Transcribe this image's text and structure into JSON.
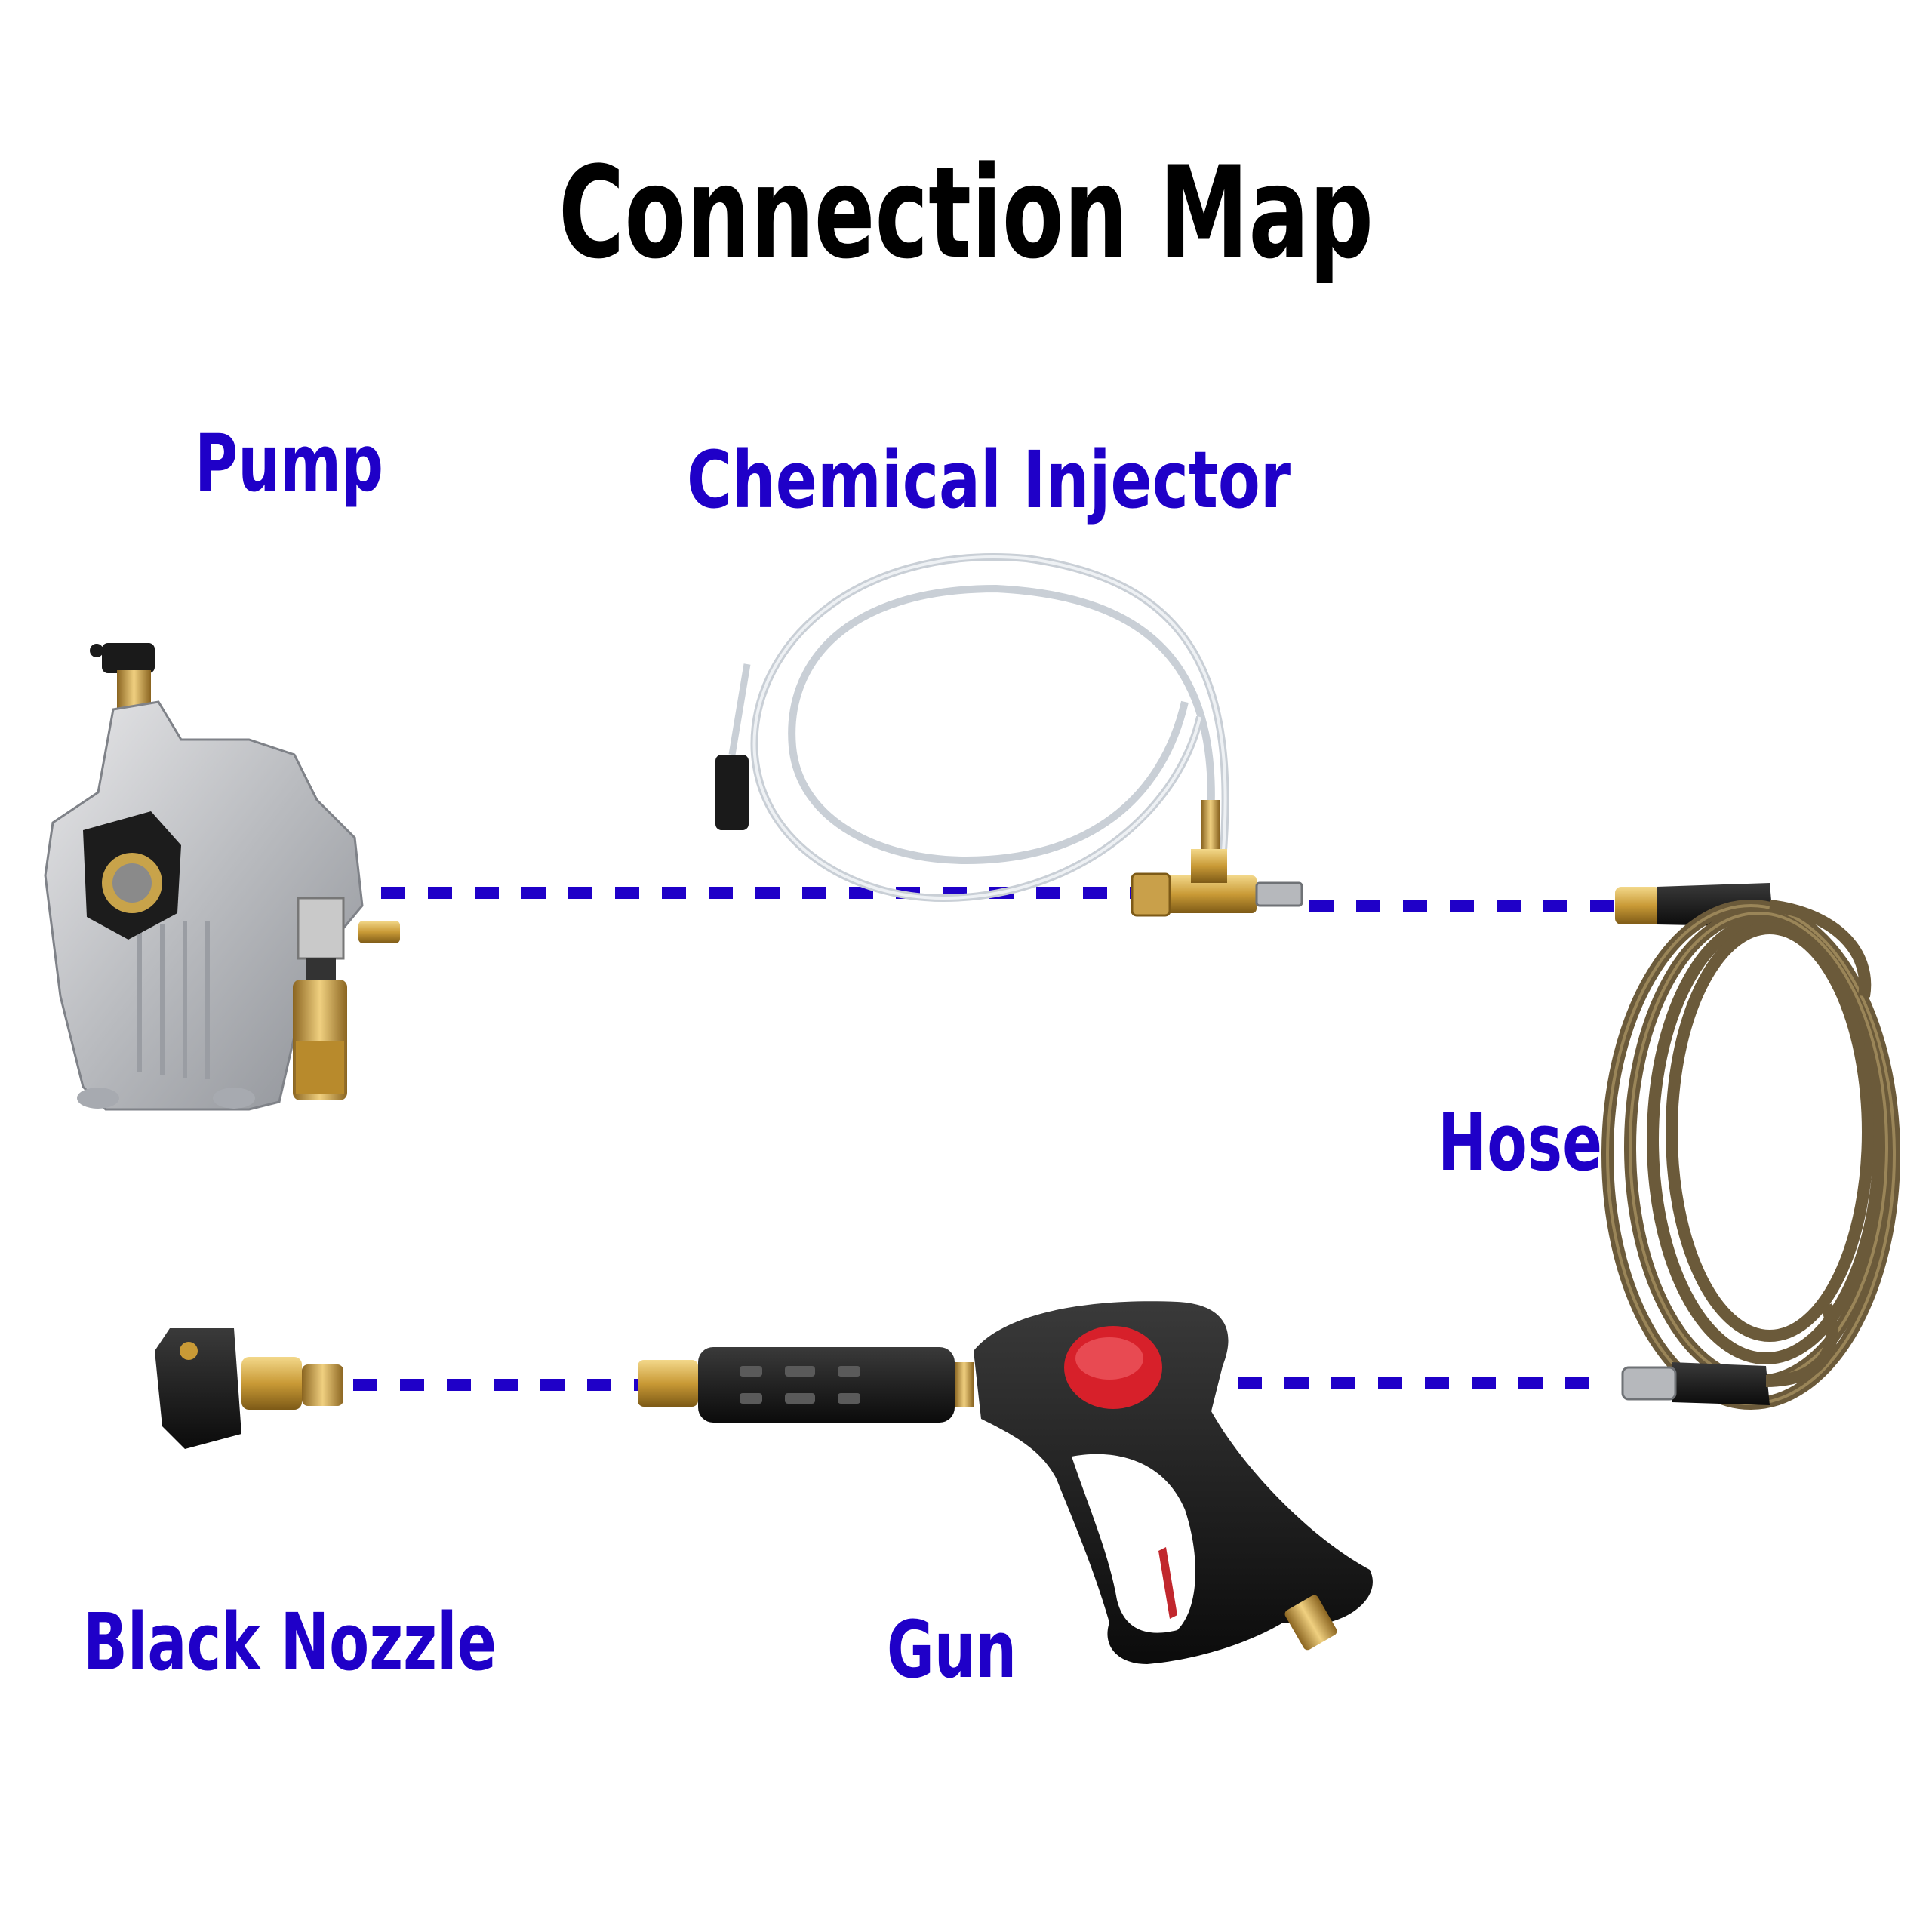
{
  "title": "Connection Map",
  "label_color": "#1f00c8",
  "connector_color": "#1f00c8",
  "labels": {
    "pump": "Pump",
    "injector": "Chemical Injector",
    "hose": "Hose",
    "nozzle": "Black Nozzle",
    "gun": "Gun"
  },
  "connections": [
    {
      "from": "Pump",
      "to": "Chemical Injector"
    },
    {
      "from": "Chemical Injector",
      "to": "Hose"
    },
    {
      "from": "Hose",
      "to": "Gun"
    },
    {
      "from": "Gun",
      "to": "Black Nozzle"
    }
  ]
}
